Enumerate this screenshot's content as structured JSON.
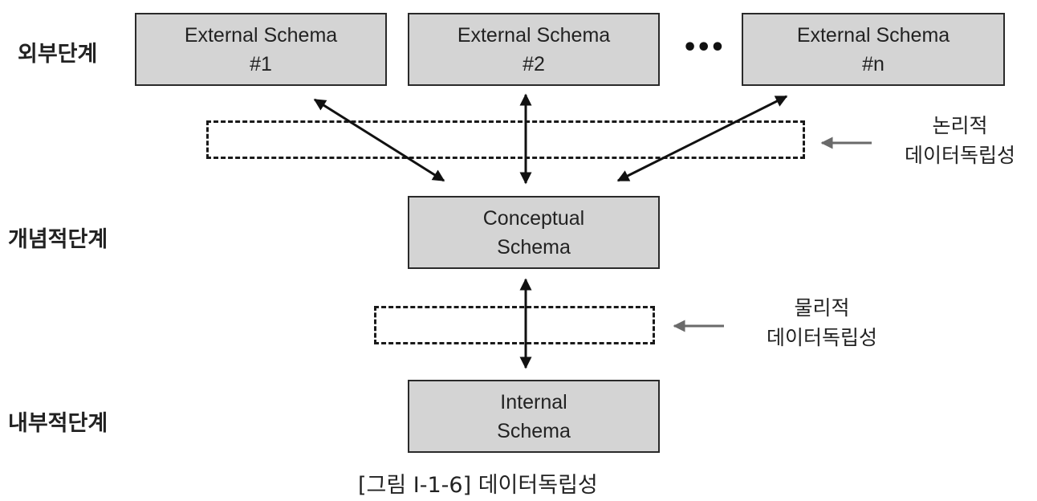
{
  "stages": {
    "external": "외부단계",
    "conceptual": "개념적단계",
    "internal": "내부적단계"
  },
  "external_schemas": [
    {
      "line1": "External  Schema",
      "line2": "#1"
    },
    {
      "line1": "External  Schema",
      "line2": "#2"
    },
    {
      "line1": "External  Schema",
      "line2": "#n"
    }
  ],
  "ellipsis": "•••",
  "conceptual_schema": {
    "line1": "Conceptual",
    "line2": "Schema"
  },
  "internal_schema": {
    "line1": "Internal",
    "line2": "Schema"
  },
  "logical_independence": {
    "line1": "논리적",
    "line2": "데이터독립성"
  },
  "physical_independence": {
    "line1": "물리적",
    "line2": "데이터독립성"
  },
  "caption": "[그림  Ⅰ-1-6]  데이터독립성"
}
